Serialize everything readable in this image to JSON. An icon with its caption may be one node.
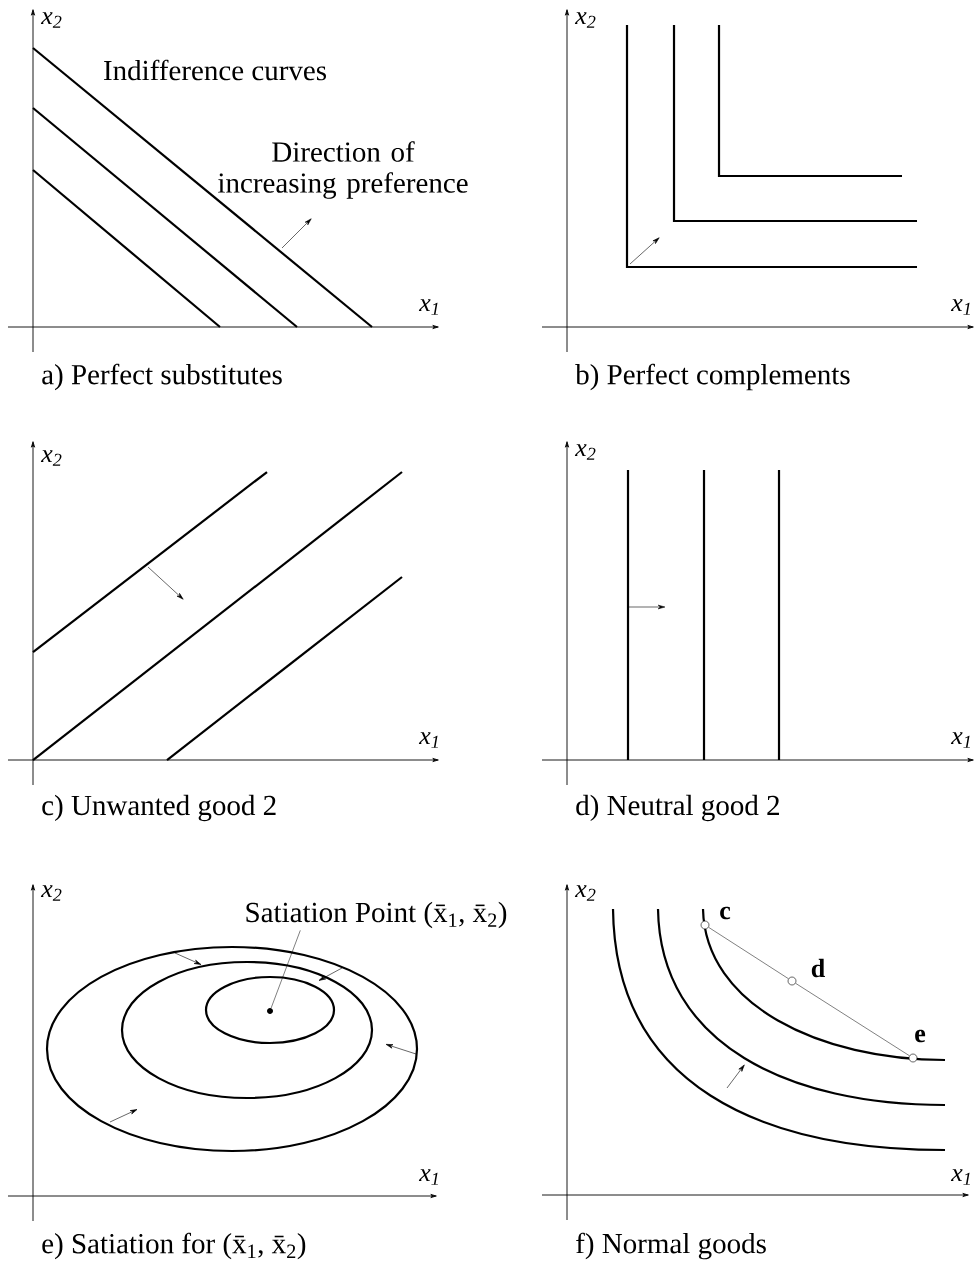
{
  "diagram": {
    "nodes": [
      {
        "text": [
          "Satiation Point (x̄$_{1}$, x̄$_{2}$)"
        ]
      },
      {
        "text": [],
        "shape": "circle"
      },
      {
        "text": [],
        "shape": "circle",
        "beside": [
          "c"
        ]
      },
      {
        "text": [],
        "shape": "circle",
        "beside": [
          "d"
        ]
      },
      {
        "text": [],
        "shape": "circle",
        "beside": [
          "e"
        ]
      }
    ],
    "edges": [
      {
        "from": 0,
        "to": 1,
        "arrow": "none"
      },
      {
        "from": 2,
        "to": 3,
        "arrow": "none"
      },
      {
        "from": 3,
        "to": 4,
        "arrow": "none"
      }
    ],
    "labels": [
      "x$_{2}$",
      "Indifference curves",
      "Direction of increasing preference",
      "x$_{1}$",
      "a) Perfect substitutes",
      "x$_{2}$",
      "x$_{1}$",
      "b) Perfect complements",
      "x$_{2}$",
      "x$_{1}$",
      "c) Unwanted good 2",
      "x$_{2}$",
      "x$_{1}$",
      "d) Neutral good 2",
      "x$_{2}$",
      "x$_{1}$",
      "e) Satiation for (x̄$_{1}$, x̄$_{2}$)",
      "x$_{2}$",
      "x$_{1}$",
      "f) Normal goods"
    ]
  }
}
